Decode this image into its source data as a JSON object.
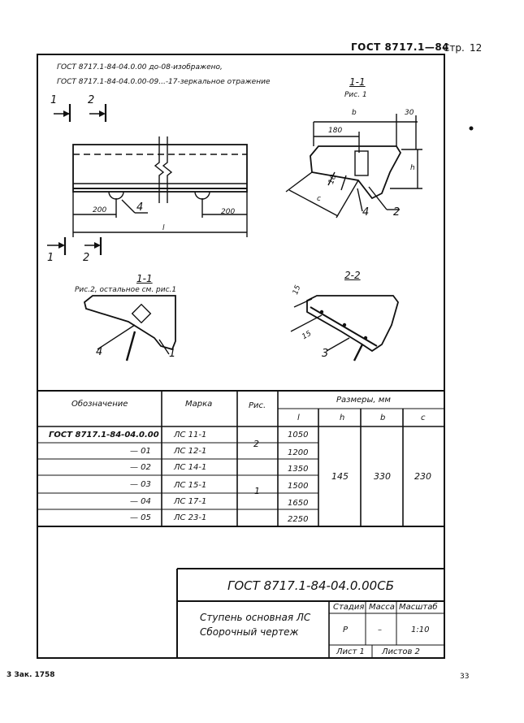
{
  "header": {
    "standard": "ГОСТ 8717.1—84",
    "page_label": "Стр.",
    "page_number": "12"
  },
  "notes": {
    "line1": "ГОСТ 8717.1-84-04.0.00 до-08-изображено,",
    "line2": "ГОСТ 8717.1-84-04.0.00-09...-17-зеркальное отражение"
  },
  "drawing": {
    "section_11_top": "1-1",
    "fig1": "Рис. 1",
    "section_markers": [
      "1",
      "2"
    ],
    "dims": {
      "b": "b",
      "d30": "30",
      "d180": "180",
      "h": "h",
      "d10": "10",
      "c": "c",
      "d200a": "200",
      "d200b": "200",
      "l": "l",
      "d15a": "15",
      "d15b": "15"
    },
    "callouts": {
      "c4a": "4",
      "c2a": "2",
      "c4b": "4",
      "c1": "1",
      "c3": "3"
    },
    "section_11_bottom": "1-1",
    "fig2_note": "Рис.2, остальное см. рис.1",
    "section_22": "2-2"
  },
  "table": {
    "headers": {
      "designation": "Обозначение",
      "mark": "Марка",
      "fig": "Рис.",
      "sizes": "Размеры, мм",
      "l": "l",
      "h": "h",
      "b": "b",
      "c": "c"
    },
    "rows": [
      {
        "designation": "ГОСТ 8717.1-84-04.0.00",
        "mark": "ЛС 11-1",
        "l": "1050"
      },
      {
        "designation": "— 01",
        "mark": "ЛС 12-1",
        "l": "1200"
      },
      {
        "designation": "— 02",
        "mark": "ЛС 14-1",
        "l": "1350"
      },
      {
        "designation": "— 03",
        "mark": "ЛС 15-1",
        "l": "1500"
      },
      {
        "designation": "— 04",
        "mark": "ЛС 17-1",
        "l": "1650"
      },
      {
        "designation": "— 05",
        "mark": "ЛС 23-1",
        "l": "2250"
      }
    ],
    "fig_group1": "2",
    "fig_group2": "1",
    "h_value": "145",
    "b_value": "330",
    "c_value": "230"
  },
  "stamp": {
    "code": "ГОСТ 8717.1-84-04.0.00СБ",
    "title1": "Ступень основная ЛС",
    "title2": "Сборочный чертеж",
    "stage_label": "Стадия",
    "mass_label": "Масса",
    "scale_label": "Масштаб",
    "stage_value": "Р",
    "mass_value": "–",
    "scale_value": "1:10",
    "sheet_label": "Лист 1",
    "sheets_label": "Листов 2"
  },
  "footer": {
    "order": "3 Зак. 1758",
    "page": "33"
  }
}
